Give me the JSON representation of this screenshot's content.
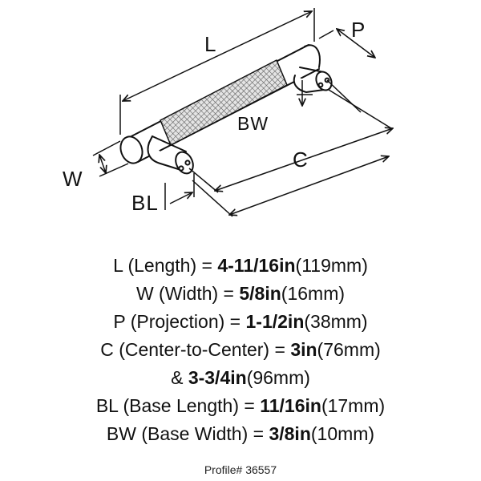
{
  "diagram": {
    "labels": {
      "L": "L",
      "P": "P",
      "W": "W",
      "BW": "BW",
      "C": "C",
      "BL": "BL"
    },
    "colors": {
      "line": "#111111",
      "knurl_fill": "#d8d8d8"
    }
  },
  "specs": [
    {
      "label": "L (Length) = ",
      "value": "4-11/16in",
      "extra": "(119mm)"
    },
    {
      "label": "W (Width) = ",
      "value": "5/8in",
      "extra": "(16mm)"
    },
    {
      "label": "P (Projection) = ",
      "value": "1-1/2in",
      "extra": "(38mm)"
    },
    {
      "label": "C (Center-to-Center) = ",
      "value": "3in",
      "extra": "(76mm)"
    },
    {
      "label": "& ",
      "value": "3-3/4in",
      "extra": "(96mm)"
    },
    {
      "label": "BL (Base Length) = ",
      "value": "11/16in",
      "extra": "(17mm)"
    },
    {
      "label": "BW (Base Width) = ",
      "value": "3/8in",
      "extra": "(10mm)"
    }
  ],
  "profile": "Profile# 36557"
}
